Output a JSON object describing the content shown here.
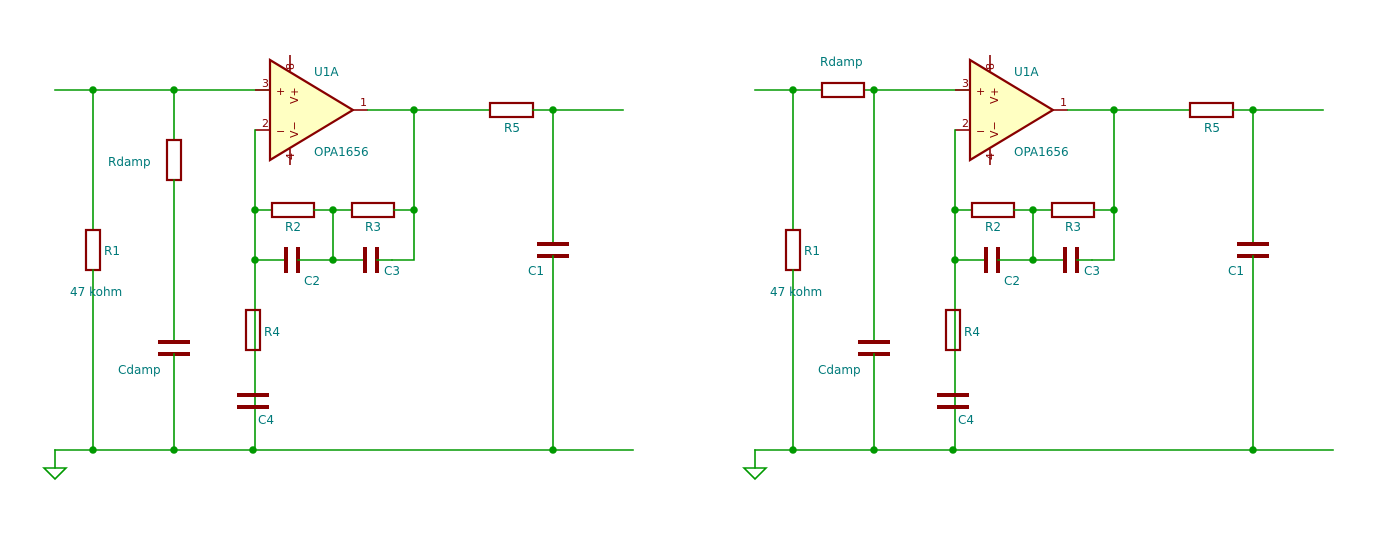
{
  "colors": {
    "wire": "#009900",
    "component": "#880000",
    "label": "#007a7a",
    "opamp_fill": "#ffffc2"
  },
  "schematics": [
    {
      "variant": "left",
      "labels": {
        "r1": "R1",
        "r1_value": "47 kohm",
        "rdamp": "Rdamp",
        "cdamp": "Cdamp",
        "r2": "R2",
        "r3": "R3",
        "r4": "R4",
        "r5": "R5",
        "c1": "C1",
        "c2": "C2",
        "c3": "C3",
        "c4": "C4",
        "opamp_ref": "U1A",
        "opamp_value": "OPA1656"
      },
      "opamp_pins": {
        "noninv": "3",
        "inv": "2",
        "out": "1",
        "vplus": "8",
        "vminus": "4",
        "noninv_sym": "+",
        "inv_sym": "−",
        "vplus_sym": "V+",
        "vminus_sym": "V−"
      }
    },
    {
      "variant": "right",
      "labels": {
        "r1": "R1",
        "r1_value": "47 kohm",
        "rdamp": "Rdamp",
        "cdamp": "Cdamp",
        "r2": "R2",
        "r3": "R3",
        "r4": "R4",
        "r5": "R5",
        "c1": "C1",
        "c2": "C2",
        "c3": "C3",
        "c4": "C4",
        "opamp_ref": "U1A",
        "opamp_value": "OPA1656"
      },
      "opamp_pins": {
        "noninv": "3",
        "inv": "2",
        "out": "1",
        "vplus": "8",
        "vminus": "4",
        "noninv_sym": "+",
        "inv_sym": "−",
        "vplus_sym": "V+",
        "vminus_sym": "V−"
      }
    }
  ]
}
